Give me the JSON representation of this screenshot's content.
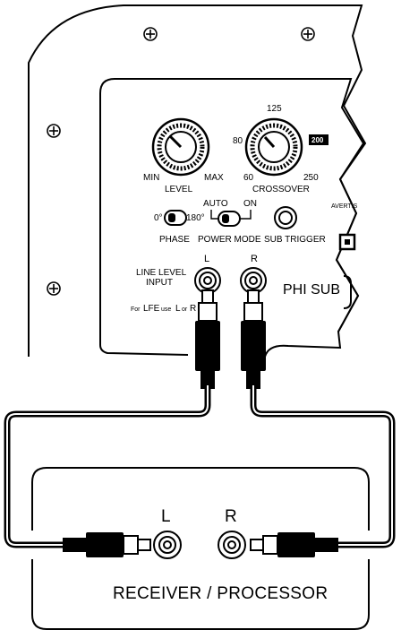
{
  "subwoofer": {
    "model": "PHI SUB",
    "brand_fragment": "AVERTIS",
    "level": {
      "label": "LEVEL",
      "min": "MIN",
      "max": "MAX"
    },
    "crossover": {
      "label": "CROSSOVER",
      "v60": "60",
      "v80": "80",
      "v125": "125",
      "v200": "200",
      "v250": "250"
    },
    "phase": {
      "label": "PHASE",
      "v0": "0°",
      "v180": "180°"
    },
    "power_mode": {
      "label": "POWER MODE",
      "auto": "AUTO",
      "on": "ON"
    },
    "sub_trigger": {
      "label": "SUB TRIGGER"
    },
    "line_input": {
      "line1": "LINE LEVEL",
      "line2": "INPUT",
      "left": "L",
      "right": "R"
    },
    "lfe_note": {
      "part1": "For",
      "part2": "LFE",
      "part3": "use",
      "part4": "L",
      "part5": "or",
      "part6": "R"
    }
  },
  "receiver": {
    "label": "RECEIVER / PROCESSOR",
    "left": "L",
    "right": "R"
  }
}
